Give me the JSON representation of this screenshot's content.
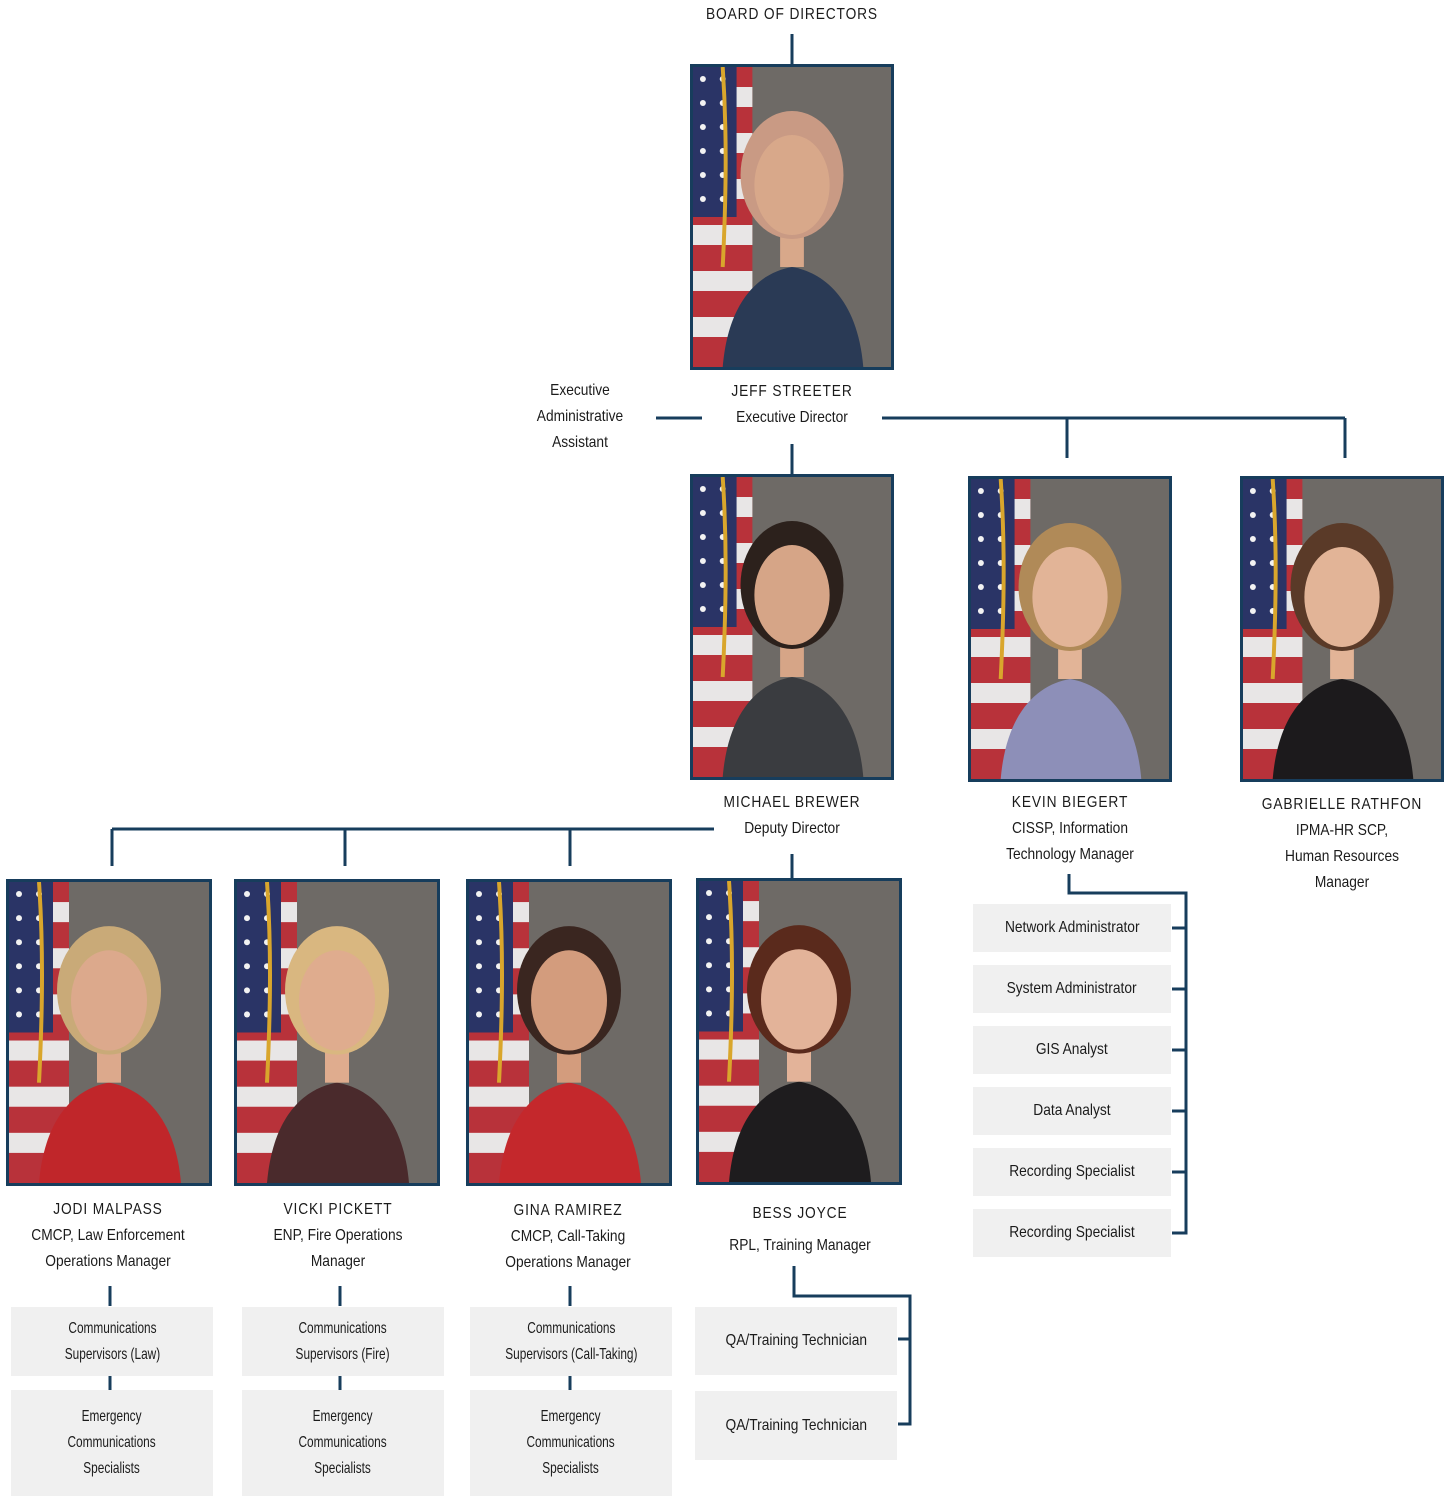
{
  "board": "BOARD OF DIRECTORS",
  "assistant": {
    "line1": "Executive",
    "line2": "Administrative",
    "line3": "Assistant"
  },
  "executive": {
    "name": "JEFF STREETER",
    "title": "Executive Director"
  },
  "deputy": {
    "name": "MICHAEL BREWER",
    "title": "Deputy Director"
  },
  "it_manager": {
    "name": "KEVIN BIEGERT",
    "line1": "CISSP, Information",
    "line2": "Technology Manager"
  },
  "hr_manager": {
    "name": "GABRIELLE RATHFON",
    "line1": "IPMA-HR SCP,",
    "line2": "Human Resources",
    "line3": "Manager"
  },
  "managers": [
    {
      "name": "JODI MALPASS",
      "line1": "CMCP, Law Enforcement",
      "line2": "Operations Manager"
    },
    {
      "name": "VICKI PICKETT",
      "line1": "ENP, Fire Operations",
      "line2": "Manager"
    },
    {
      "name": "GINA RAMIREZ",
      "line1": "CMCP, Call-Taking",
      "line2": "Operations Manager"
    },
    {
      "name": "BESS JOYCE",
      "line1": "RPL, Training Manager"
    }
  ],
  "supervisors": [
    {
      "line1": "Communications",
      "line2": "Supervisors (Law)"
    },
    {
      "line1": "Communications",
      "line2": "Supervisors (Fire)"
    },
    {
      "line1": "Communications",
      "line2": "Supervisors (Call-Taking)"
    }
  ],
  "specialists": {
    "line1": "Emergency",
    "line2": "Communications",
    "line3": "Specialists"
  },
  "training_staff": [
    "QA/Training Technician",
    "QA/Training Technician"
  ],
  "it_staff": [
    "Network Administrator",
    "System Administrator",
    "GIS Analyst",
    "Data Analyst",
    "Recording Specialist",
    "Recording Specialist"
  ],
  "colors": {
    "line": "#173d5c",
    "box": "#f0f0f0",
    "backdrop": "#6e6a66"
  },
  "photos": [
    {
      "person": "jeff-streeter",
      "shirt": "#2a3a55",
      "skin": "#d8a88a",
      "hair": "#c99a84"
    },
    {
      "person": "michael-brewer",
      "shirt": "#3a3c40",
      "skin": "#d6a587",
      "hair": "#2c211c"
    },
    {
      "person": "kevin-biegert",
      "shirt": "#8d8fb8",
      "skin": "#e2b497",
      "hair": "#b08a58"
    },
    {
      "person": "gabrielle-rathfon",
      "shirt": "#1c1a1c",
      "skin": "#e2b497",
      "hair": "#5a3a28"
    },
    {
      "person": "jodi-malpass",
      "shirt": "#c0262a",
      "skin": "#dca98c",
      "hair": "#c9aa78"
    },
    {
      "person": "vicki-pickett",
      "shirt": "#4a2a2c",
      "skin": "#dfac8e",
      "hair": "#d9b780"
    },
    {
      "person": "gina-ramirez",
      "shirt": "#c4282c",
      "skin": "#d39c7d",
      "hair": "#3a2620"
    },
    {
      "person": "bess-joyce",
      "shirt": "#1e1c1e",
      "skin": "#e3b399",
      "hair": "#5a2a1c"
    }
  ]
}
